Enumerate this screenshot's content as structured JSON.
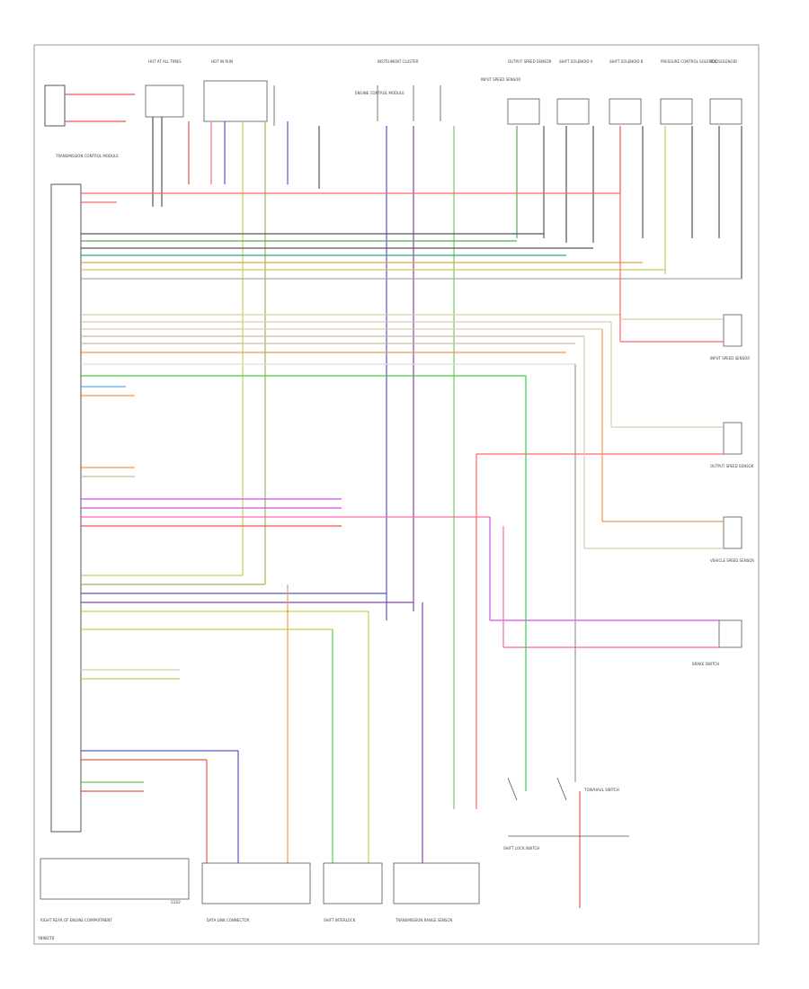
{
  "diagram": {
    "title": "",
    "footer_code": "Y8W2T0",
    "module_label": "TRANSMISSION CONTROL MODULE",
    "ground_label": "G102",
    "bottom_labels": [
      "RIGHT REAR OF ENGINE COMPARTMENT",
      "DATA LINK CONNECTOR",
      "SHIFT INTERLOCK",
      "TRANSMISSION RANGE SENSOR",
      "SHIFT LOCK SWITCH",
      "TOW/HAUL SWITCH"
    ],
    "top_labels": [
      "HOT AT ALL TIMES",
      "HOT IN RUN",
      "ENGINE CONTROL MODULE",
      "INSTRUMENT CLUSTER",
      "INPUT SPEED SENSOR",
      "OUTPUT SPEED SENSOR",
      "SHIFT SOLENOID A",
      "SHIFT SOLENOID B",
      "PRESSURE CONTROL SOLENOID",
      "TCC SOLENOID"
    ],
    "right_labels": [
      "INPUT SPEED SENSOR",
      "OUTPUT SPEED SENSOR",
      "VEHICLE SPEED SENSOR",
      "BRAKE SWITCH"
    ]
  }
}
